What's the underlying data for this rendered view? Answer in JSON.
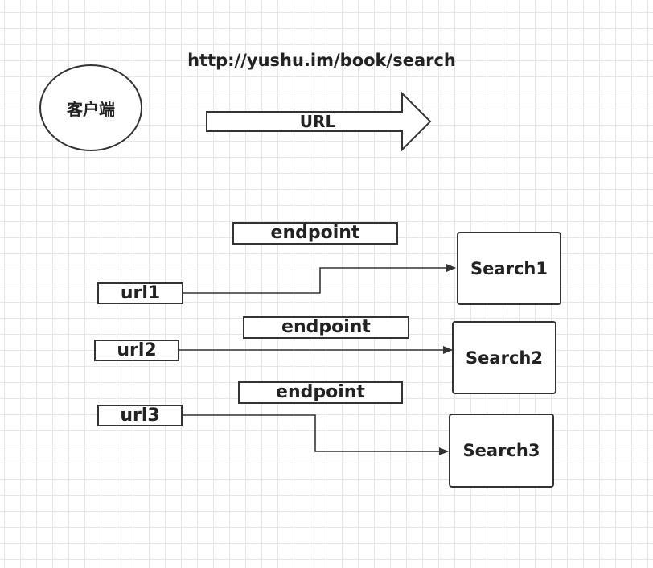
{
  "diagram": {
    "title": "http://yushu.im/book/search",
    "client_label": "客户端",
    "arrow_label": "URL",
    "routes": [
      {
        "url": "url1",
        "endpoint": "endpoint",
        "target": "Search1"
      },
      {
        "url": "url2",
        "endpoint": "endpoint",
        "target": "Search2"
      },
      {
        "url": "url3",
        "endpoint": "endpoint",
        "target": "Search3"
      }
    ]
  },
  "colors": {
    "background": "#ffffff",
    "grid": "#e6e6e6",
    "stroke": "#333333",
    "text": "#222222"
  }
}
